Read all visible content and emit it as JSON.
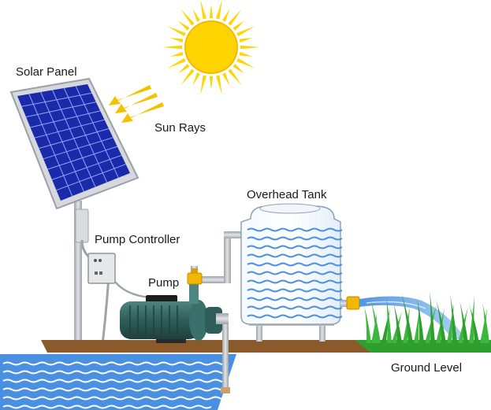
{
  "labels": {
    "solar_panel": "Solar Panel",
    "sun_rays": "Sun Rays",
    "overhead_tank": "Overhead Tank",
    "pump_controller": "Pump Controller",
    "pump": "Pump",
    "ground_level": "Ground Level"
  },
  "colors": {
    "sun": "#ffd400",
    "sun_ray": "#f2c200",
    "panel_cell": "#1b2aa8",
    "panel_frame": "#b9bec4",
    "water": "#4a90e2",
    "tank_water": "#e8f3fd",
    "pump_body": "#2f5d5a",
    "ground": "#8b5a2b",
    "grass": "#2e9e2e",
    "pipe": "#b8bcc0",
    "valve": "#f2b705"
  },
  "icons": [
    "sun-icon",
    "solar-panel-icon",
    "pump-icon",
    "tank-icon",
    "grass-icon",
    "valve-icon"
  ]
}
